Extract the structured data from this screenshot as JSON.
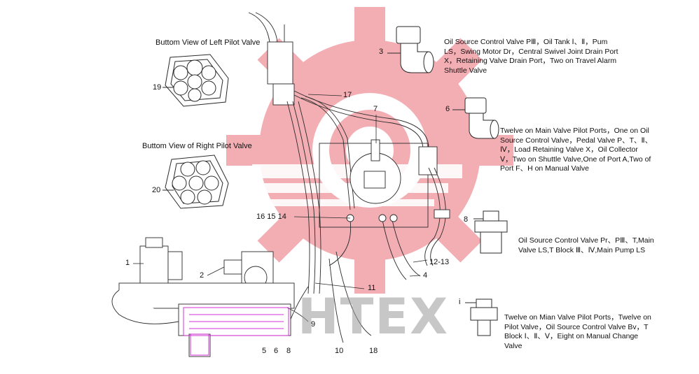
{
  "titles": {
    "left_pilot": "Buttom View of Left Pilot Valve",
    "right_pilot": "Buttom View of Right Pilot Valve"
  },
  "descriptions": {
    "d3": "Oil Source Control Valve PⅢ，Oil Tank Ⅰ、Ⅱ，Pum\nLS，Swing Motor Dr，Central Swivel Joint Drain Port\nX，Retaining Valve Drain Port，Two on Travel Alarm\nShuttle Valve",
    "d6": "Twelve on Main Valve Pilot Ports，One on Oil\nSource Control Valve，Pedal Valve P、T、Ⅱ、\nⅣ，Load Retaining Valve X，Oil Collector\nⅤ，Two on Shuttle Valve,One of Port A,Two of\nPort F、H on Manual Valve",
    "d8": "Oil  Source Control Valve Pr、PⅢ、T,Main\nValve LS,T  Block Ⅲ、Ⅳ,Main Pump LS",
    "d_bottom": "Twelve on Mian Valve Pilot Ports，Twelve on\nPilot Valve，Oil Source Control Valve Bv，T\nBlock Ⅰ、Ⅱ、Ⅴ，Eight on Manual Change\nValve"
  },
  "callouts": {
    "c1": "1",
    "c2": "2",
    "c3": "3",
    "c4": "4",
    "c6": "6",
    "c7": "7",
    "c8": "8",
    "c9": "9",
    "c10": "10",
    "c11": "11",
    "c12_13": "12-13",
    "c16_15_14": "16 15 14",
    "c17": "17",
    "c18": "18",
    "c19": "19",
    "c20": "20",
    "c5b": "5",
    "c6b": "6",
    "c8b": "8",
    "ci": "i"
  },
  "watermark": "HTEX",
  "colors": {
    "watermark_red": "#f2a0a8",
    "magenta": "#d21cd2",
    "line": "#2a2a2a"
  }
}
